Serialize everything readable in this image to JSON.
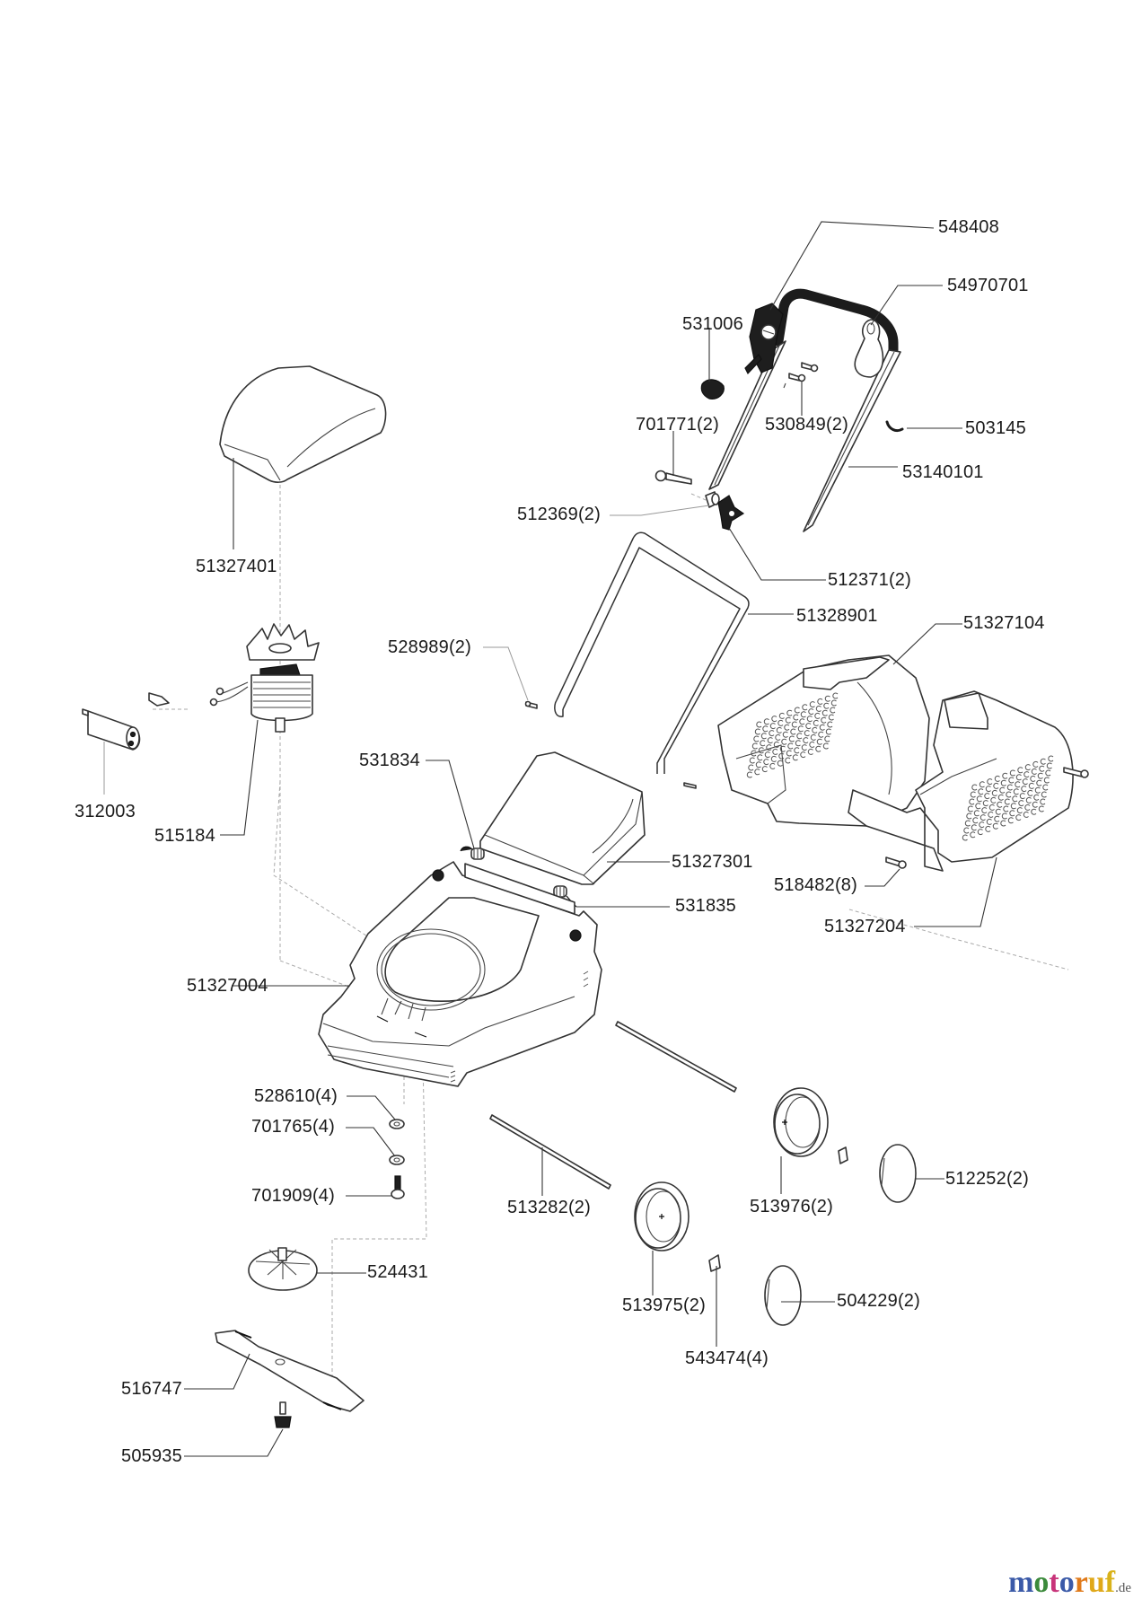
{
  "diagram": {
    "title": "Lawn mower exploded parts diagram",
    "parts": [
      {
        "id": "548408",
        "label": "548408",
        "component": "switch-housing"
      },
      {
        "id": "54970701",
        "label": "54970701",
        "component": "cable-hook"
      },
      {
        "id": "531006",
        "label": "531006",
        "component": "cable-clip"
      },
      {
        "id": "701771",
        "label": "701771(2)",
        "component": "bolt"
      },
      {
        "id": "530849",
        "label": "530849(2)",
        "component": "screw"
      },
      {
        "id": "503145",
        "label": "503145",
        "component": "clip"
      },
      {
        "id": "53140101",
        "label": "53140101",
        "component": "upper-handle"
      },
      {
        "id": "512369",
        "label": "512369(2)",
        "component": "washer-bushing"
      },
      {
        "id": "512371",
        "label": "512371(2)",
        "component": "handle-knob"
      },
      {
        "id": "51328901",
        "label": "51328901",
        "component": "lower-handle"
      },
      {
        "id": "51327104",
        "label": "51327104",
        "component": "grass-box-upper"
      },
      {
        "id": "528989",
        "label": "528989(2)",
        "component": "screw"
      },
      {
        "id": "51327401",
        "label": "51327401",
        "component": "motor-cover"
      },
      {
        "id": "312003",
        "label": "312003",
        "component": "capacitor"
      },
      {
        "id": "515184",
        "label": "515184",
        "component": "motor"
      },
      {
        "id": "531834",
        "label": "531834",
        "component": "spring-left"
      },
      {
        "id": "51327301",
        "label": "51327301",
        "component": "rear-flap"
      },
      {
        "id": "531835",
        "label": "531835",
        "component": "spring-right"
      },
      {
        "id": "518482",
        "label": "518482(8)",
        "component": "screw"
      },
      {
        "id": "51327204",
        "label": "51327204",
        "component": "grass-box-lower"
      },
      {
        "id": "51327004",
        "label": "51327004",
        "component": "deck-housing"
      },
      {
        "id": "528610",
        "label": "528610(4)",
        "component": "washer"
      },
      {
        "id": "701765",
        "label": "701765(4)",
        "component": "spring-washer"
      },
      {
        "id": "701909",
        "label": "701909(4)",
        "component": "screw"
      },
      {
        "id": "513282",
        "label": "513282(2)",
        "component": "axle"
      },
      {
        "id": "513976",
        "label": "513976(2)",
        "component": "rear-wheel"
      },
      {
        "id": "512252",
        "label": "512252(2)",
        "component": "rear-hubcap"
      },
      {
        "id": "513975",
        "label": "513975(2)",
        "component": "front-wheel"
      },
      {
        "id": "504229",
        "label": "504229(2)",
        "component": "front-hubcap"
      },
      {
        "id": "543474",
        "label": "543474(4)",
        "component": "nut-clip"
      },
      {
        "id": "524431",
        "label": "524431",
        "component": "fan-adaptor"
      },
      {
        "id": "516747",
        "label": "516747",
        "component": "blade"
      },
      {
        "id": "505935",
        "label": "505935",
        "component": "blade-bolt"
      }
    ]
  },
  "watermark": {
    "letters": [
      "m",
      "o",
      "t",
      "o",
      "r",
      "u",
      "f"
    ],
    "colors": [
      "#3b5aa8",
      "#3b8a3b",
      "#c8347a",
      "#3b5aa8",
      "#e07a1a",
      "#e0a81a",
      "#d9b21a"
    ],
    "tld": ".de"
  }
}
